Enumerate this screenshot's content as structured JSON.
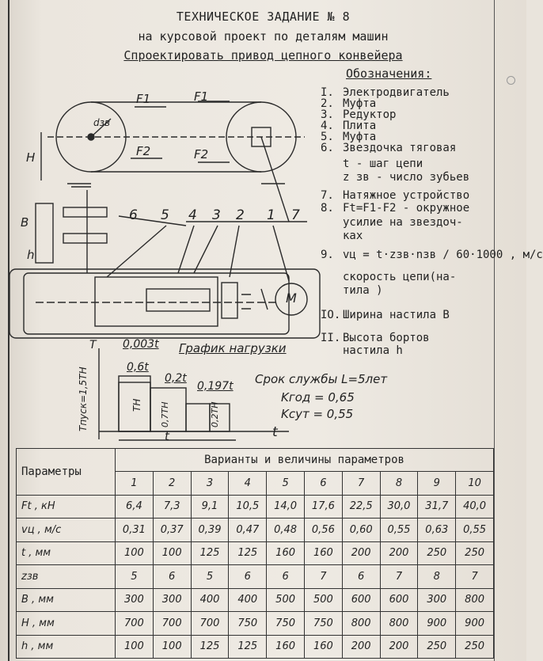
{
  "header": {
    "title": "ТЕХНИЧЕСКОЕ ЗАДАНИЕ № 8",
    "subtitle": "на курсовой проект по деталям машин",
    "task": "Спроектировать привод цепного конвейера"
  },
  "legend": {
    "heading": "Обозначения:",
    "items": [
      {
        "num": "I.",
        "text": "Электродвигатель"
      },
      {
        "num": "2.",
        "text": "Муфта"
      },
      {
        "num": "3.",
        "text": "Редуктор"
      },
      {
        "num": "4.",
        "text": "Плита"
      },
      {
        "num": "5.",
        "text": "Муфта"
      },
      {
        "num": "6.",
        "text": "Звездочка тяговая"
      },
      {
        "num": "",
        "text": "t   - шаг цепи"
      },
      {
        "num": "",
        "text": "z зв - число зубьев"
      },
      {
        "num": "7.",
        "text": "Натяжное устройство"
      },
      {
        "num": "8.",
        "text": "Ft=F1-F2 - окружное"
      },
      {
        "num": "",
        "text": "усилие на звездоч-"
      },
      {
        "num": "",
        "text": "ках"
      },
      {
        "num": "9.",
        "text": "vц = t·zзв·nзв / 60·1000 , м/с"
      },
      {
        "num": "",
        "text": "скорость цепи(на-"
      },
      {
        "num": "",
        "text": "тила )"
      },
      {
        "num": "IO.",
        "text": "Ширина настила B"
      },
      {
        "num": "II.",
        "text": "Высота бортов"
      },
      {
        "num": "",
        "text": "настила h"
      }
    ]
  },
  "diagram": {
    "labels": {
      "F1a": "F1",
      "F1b": "F1",
      "F2a": "F2",
      "F2b": "F2",
      "d": "dзв",
      "H": "H",
      "B": "B",
      "h": "h",
      "motor": "M",
      "n6": "6",
      "n5": "5",
      "n4": "4",
      "n3": "3",
      "n2": "2",
      "n1": "1",
      "n7": "7"
    }
  },
  "load_graph": {
    "title": "График нагрузки",
    "T": "T",
    "Tpusk": "Tпуск=1,5TH",
    "t1": "0,003t",
    "t2": "0,6t",
    "t3": "0,2t",
    "t4": "0,197t",
    "TH": "TH",
    "t07": "0,7TH",
    "t02": "0,2TH",
    "t_axis": "t",
    "t_total": "t",
    "service": "Срок службы L=5лет",
    "kgod": "Kгод = 0,65",
    "ksut": "Kсут = 0,55"
  },
  "table": {
    "param_header": "Параметры",
    "variants_header": "Варианты и величины параметров",
    "variants": [
      "1",
      "2",
      "3",
      "4",
      "5",
      "6",
      "7",
      "8",
      "9",
      "10"
    ],
    "rows": [
      {
        "name": "Ft , кН",
        "values": [
          "6,4",
          "7,3",
          "9,1",
          "10,5",
          "14,0",
          "17,6",
          "22,5",
          "30,0",
          "31,7",
          "40,0"
        ]
      },
      {
        "name": "vц , м/с",
        "values": [
          "0,31",
          "0,37",
          "0,39",
          "0,47",
          "0,48",
          "0,56",
          "0,60",
          "0,55",
          "0,63",
          "0,55"
        ]
      },
      {
        "name": "t , мм",
        "values": [
          "100",
          "100",
          "125",
          "125",
          "160",
          "160",
          "200",
          "200",
          "250",
          "250"
        ]
      },
      {
        "name": "zзв",
        "values": [
          "5",
          "6",
          "5",
          "6",
          "6",
          "7",
          "6",
          "7",
          "8",
          "7"
        ]
      },
      {
        "name": "B , мм",
        "values": [
          "300",
          "300",
          "400",
          "400",
          "500",
          "500",
          "600",
          "600",
          "300",
          "800"
        ]
      },
      {
        "name": "H , мм",
        "values": [
          "700",
          "700",
          "700",
          "750",
          "750",
          "750",
          "800",
          "800",
          "900",
          "900"
        ]
      },
      {
        "name": "h , мм",
        "values": [
          "100",
          "100",
          "125",
          "125",
          "160",
          "160",
          "200",
          "200",
          "250",
          "250"
        ]
      }
    ]
  }
}
